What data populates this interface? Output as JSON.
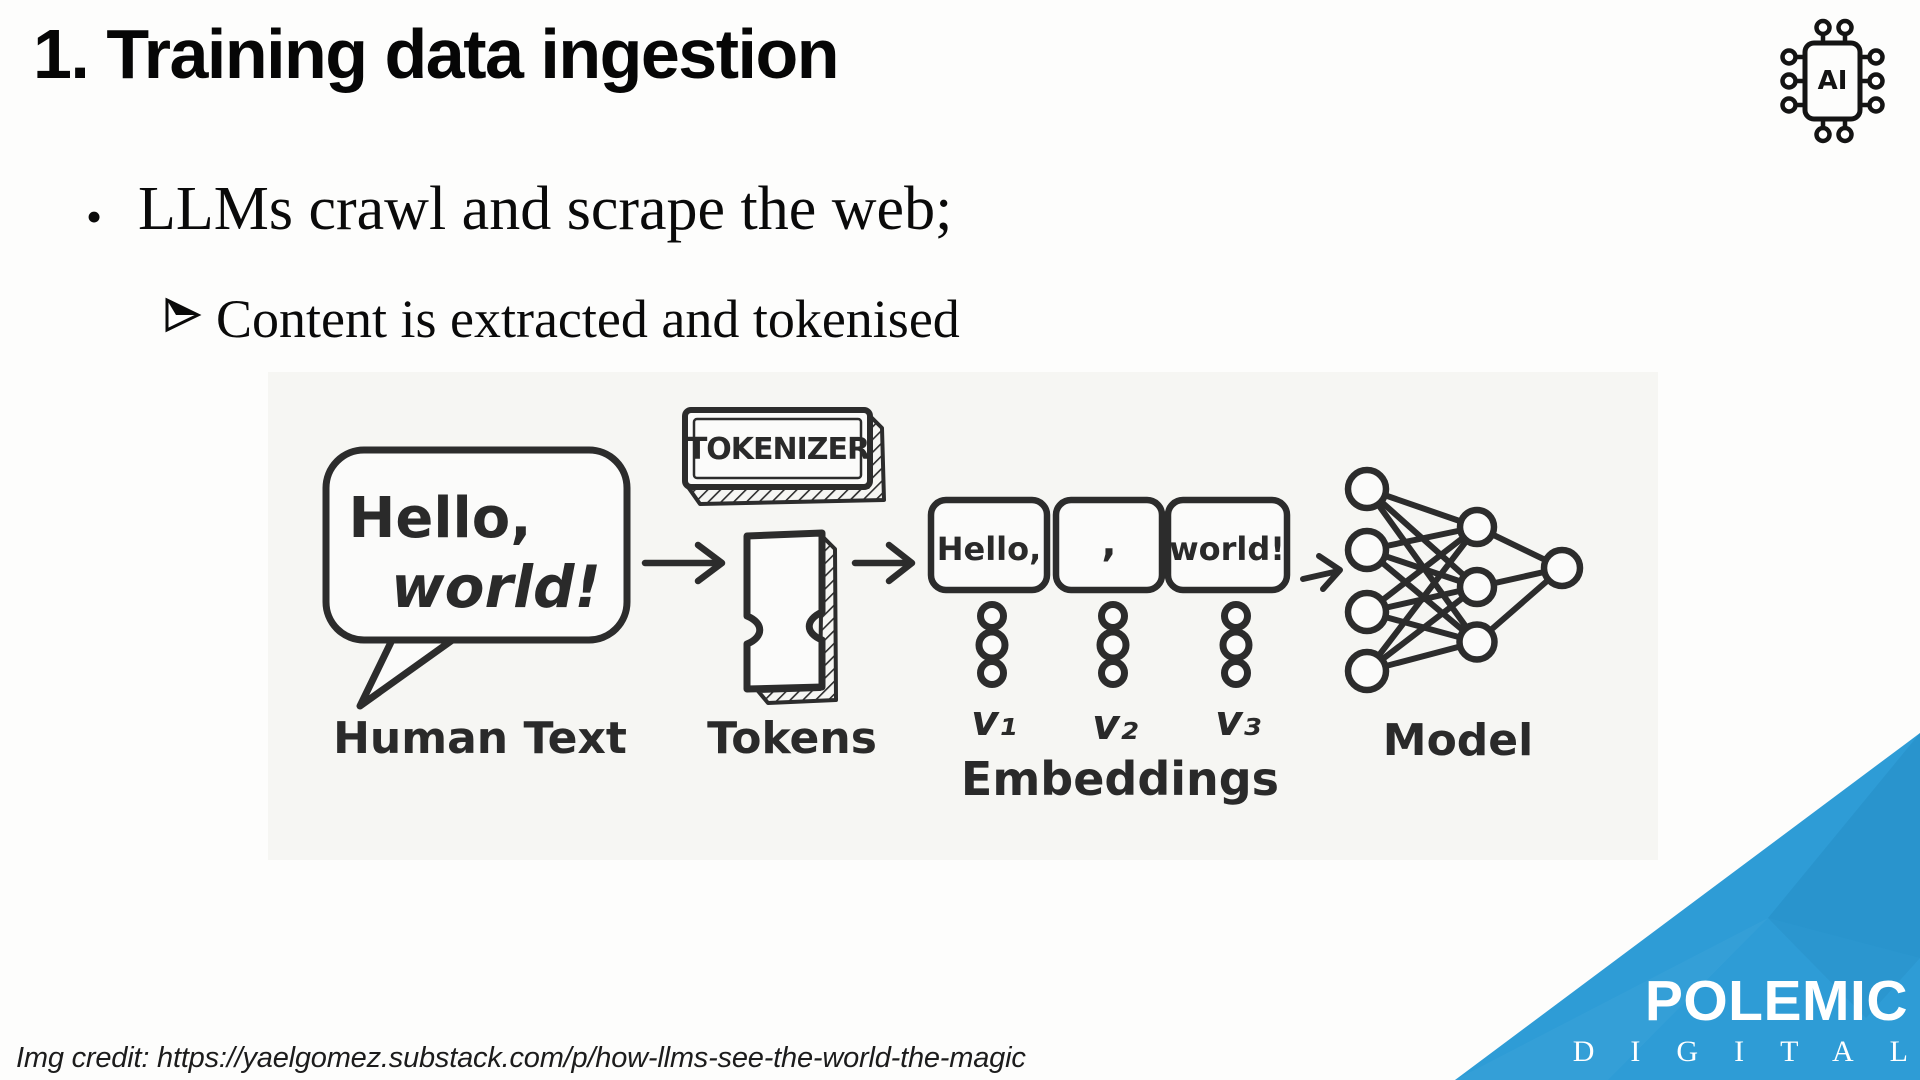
{
  "slide": {
    "title": "1. Training data ingestion",
    "bullets": {
      "marker": "•",
      "text": "LLMs crawl and scrape the web;",
      "sub_marker": "➢",
      "sub_text": "Content is extracted and tokenised"
    },
    "credit": "Img credit: https://yaelgomez.substack.com/p/how-llms-see-the-world-the-magic"
  },
  "ai_chip_icon": {
    "label": "AI"
  },
  "diagram": {
    "bubble_line1": "Hello,",
    "bubble_line2": "world!",
    "human_text_label": "Human Text",
    "tokenizer_label": "TOKENIZER",
    "tokens_label": "Tokens",
    "token_boxes": [
      "Hello,",
      ",",
      "world!"
    ],
    "vector_labels": [
      "v₁",
      "v₂",
      "v₃"
    ],
    "embeddings_label": "Embeddings",
    "model_label": "Model"
  },
  "logo": {
    "name": "POLEMIC",
    "subname": "DIGITAL"
  },
  "colors": {
    "accent_blue": "#2E9CD6",
    "accent_blue_dark": "#2893CB",
    "accent_blue_light": "#3BA3D9",
    "ink": "#2c2c2c",
    "diagram_backdrop": "#f6f6f3"
  }
}
